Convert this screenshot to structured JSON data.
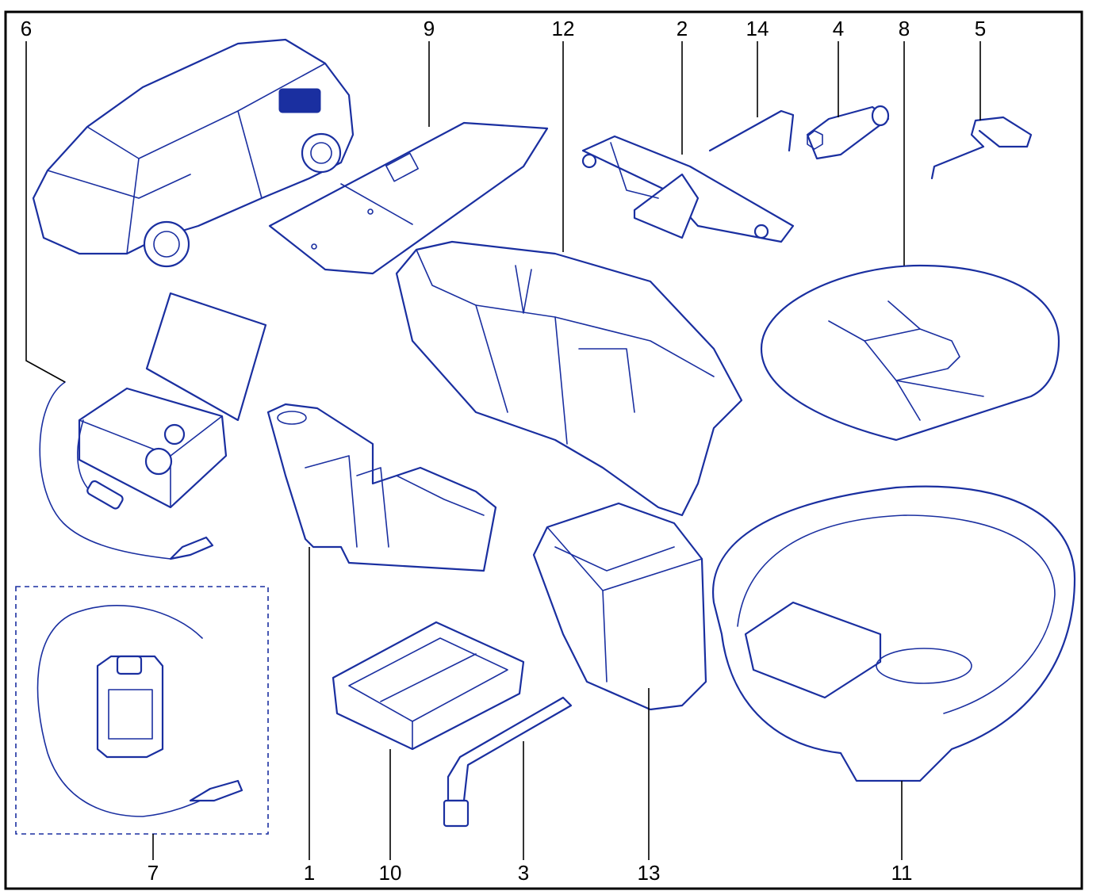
{
  "callouts": {
    "c6": "6",
    "c9": "9",
    "c12": "12",
    "c2": "2",
    "c14": "14",
    "c4": "4",
    "c8": "8",
    "c5": "5",
    "c7": "7",
    "c1": "1",
    "c10": "10",
    "c3": "3",
    "c13": "13",
    "c11": "11"
  },
  "colors": {
    "line": "#1a2fa0",
    "frame": "#000000"
  }
}
